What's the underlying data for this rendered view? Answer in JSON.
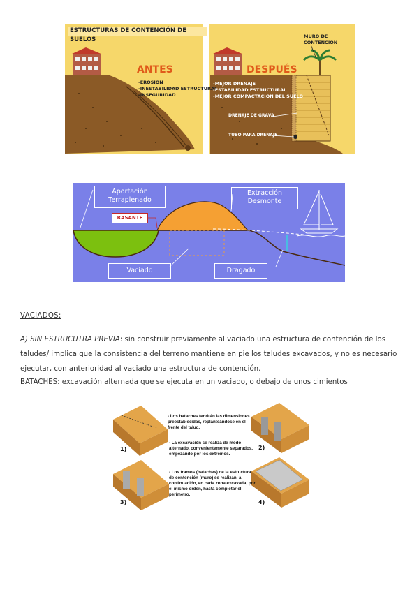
{
  "figure1": {
    "header": "ESTRUCTURAS DE CONTENCIÓN DE SUELOS",
    "antes_title": "ANTES",
    "antes_items": [
      "-EROSIÓN",
      "-INESTABILIDAD ESTRUCTURAL",
      "-INSEGURIDAD"
    ],
    "despues_title": "DESPUÉS",
    "despues_items": [
      "-MEJOR DRENAJE",
      "-ESTABILIDAD ESTRUCTURAL",
      "-MEJOR COMPACTACIÓN DEL SUELO"
    ],
    "muro_label": "MURO DE CONTENCIÓN",
    "drenaje_label": "DRENAJE DE GRAVA",
    "tubo_label": "TUBO PARA DRENAJE"
  },
  "figure2": {
    "aportacion": "Aportación Terraplenado",
    "extraccion": "Extracción Desmonte",
    "rasante": "RASANTE",
    "vaciado": "Vaciado",
    "dragado": "Dragado"
  },
  "text": {
    "vaciados_heading": "VACIADOS:",
    "para1_lead": "A) SIN ESTRUCUTRA PREVIA",
    "para1_body": ": sin construir previamente al vaciado una estructura de contención de los taludes/ implica que la consistencia del terreno mantiene en pie los taludes excavados, y no es necesario ejecutar, con anterioridad al vaciado una estructura de contención.",
    "bataches_line": "BATACHES:  excavación alternada que se ejecuta en un vaciado, o debajo de unos cimientos"
  },
  "figure3": {
    "note1": "- Los bataches tendrán las dimensiones preestablecidas, replanteándose en el frente del talud.",
    "note2": "- La excavación se realiza de modo alternado, convenientemente separados, empezando por los extremos.",
    "note3": "- Los tramos (bataches) de la estructura de contención (muro) se realizan, a continuación, en cada zona excavada, por el mismo orden, hasta completar el perímetro.",
    "num1": "1)",
    "num2": "2)",
    "num3": "3)",
    "num4": "4)"
  }
}
